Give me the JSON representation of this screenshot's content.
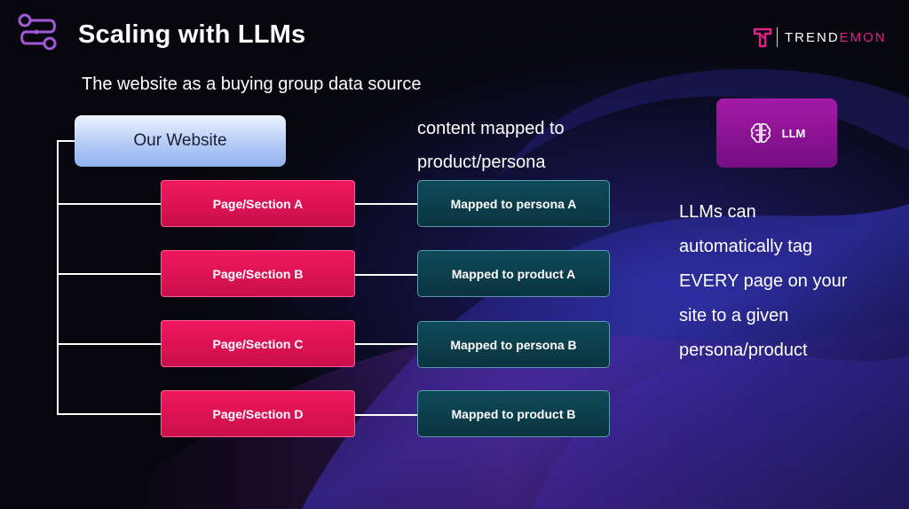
{
  "header": {
    "title": "Scaling with LLMs",
    "subtitle": "The website as a buying group data source",
    "brand_part1": "TREND",
    "brand_part2": "EMON",
    "logo_icon": "workflow-icon",
    "brand_icon": "trendemon-logo-mark"
  },
  "diagram": {
    "root": "Our Website",
    "pages": [
      "Page/Section A",
      "Page/Section B",
      "Page/Section C",
      "Page/Section D"
    ],
    "mappings": [
      "Mapped to persona A",
      "Mapped to product A",
      "Mapped to persona B",
      "Mapped to product B"
    ],
    "mapping_note": [
      "content mapped to",
      "product/persona"
    ]
  },
  "llm": {
    "label": "LLM",
    "icon": "brain-icon",
    "note": [
      "LLMs can",
      "automatically tag",
      "EVERY page on your",
      "site to a given",
      "persona/product"
    ]
  },
  "colors": {
    "background": "#07070d",
    "page_box": "#e0155a",
    "map_box": "#0d3f4c",
    "llm_box": "#8f159a",
    "website_box": "#b5ccf5",
    "brand_accent": "#e0218a"
  }
}
